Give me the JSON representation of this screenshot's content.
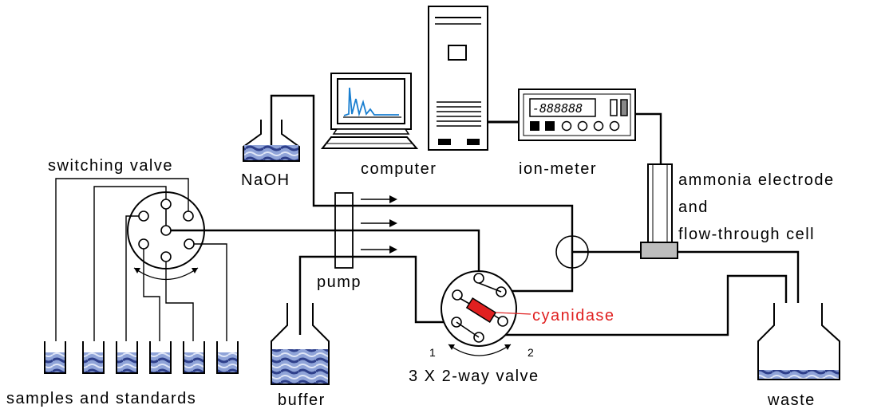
{
  "labels": {
    "switching_valve": "switching valve",
    "naoh": "NaOH",
    "computer": "computer",
    "ion_meter": "ion-meter",
    "electrode_line1": "ammonia electrode",
    "electrode_line2": "and",
    "electrode_line3": "flow-through cell",
    "pump": "pump",
    "cyanidase": "cyanidase",
    "valve_pos_1": "1",
    "valve_pos_2": "2",
    "two_way_valve": "3 X 2-way valve",
    "samples": "samples and standards",
    "buffer": "buffer",
    "waste": "waste",
    "meter_display": "-888888"
  },
  "colors": {
    "liquid": "#3a4f9c",
    "liquid_light": "#8fa3d8",
    "cyanidase_fill": "#e02020",
    "cyanidase_text": "#e02020",
    "cell_fill": "#bdbdbd",
    "screen_trace": "#1a7fd0"
  }
}
